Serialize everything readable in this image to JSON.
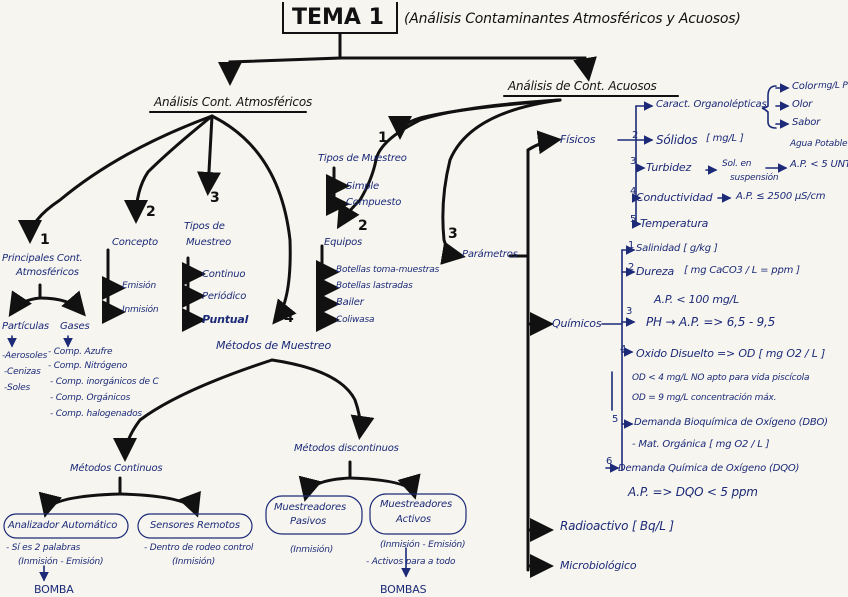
{
  "title": "TEMA 1",
  "subtitle": "(Análisis Contaminantes Atmosféricos y Acuosos)",
  "atmos": {
    "heading": "Análisis Cont. Atmosféricos",
    "n1": "1",
    "n2": "2",
    "n3": "3",
    "n4": "4",
    "principales": [
      "Principales Cont.",
      "Atmosféricos"
    ],
    "particulas": "Partículas",
    "particulas_items": [
      "-Aerosoles",
      "-Cenizas",
      "-Soles"
    ],
    "gases": "Gases",
    "gases_items": [
      "- Comp. Azufre",
      "- Comp. Nitrógeno",
      "- Comp. inorgánicos de C",
      "- Comp. Orgánicos",
      "- Comp. halogenados"
    ],
    "concepto": "Concepto",
    "concepto_items": [
      "Emisión",
      "Inmisión"
    ],
    "tipos": [
      "Tipos de",
      "Muestreo"
    ],
    "tipos_items": [
      "Continuo",
      "Periódico",
      "Puntual"
    ],
    "metodos": "Métodos de Muestreo",
    "continuos": "Métodos Continuos",
    "analizador": "Analizador Automático",
    "analizador_notes": [
      "- Sí es 2 palabras",
      "(Inmisión - Emisión)"
    ],
    "bomba": "BOMBA",
    "sensores": "Sensores Remotos",
    "sensores_notes": [
      "- Dentro de rodeo control",
      "(Inmisión)"
    ],
    "discontinuos": "Métodos discontinuos",
    "pasivos": [
      "Muestreadores",
      "Pasivos"
    ],
    "pasivos_note": "(Inmisión)",
    "activos": [
      "Muestreadores",
      "Activos"
    ],
    "activos_notes": [
      "(Inmisión - Emisión)",
      "- Activos para a todo"
    ],
    "bombas": "BOMBAS"
  },
  "acuosos": {
    "heading": "Análisis de Cont. Acuosos",
    "n1": "1",
    "n2": "2",
    "n3": "3",
    "tipos": "Tipos de Muestreo",
    "tipos_items": [
      "Simple",
      "Compuesto"
    ],
    "equipos": "Equipos",
    "equipos_items": [
      "Botellas toma-muestras",
      "Botellas lastradas",
      "Bailer",
      "Coliwasa"
    ],
    "parametros": "Parámetros",
    "fisicos": "Físicos",
    "fisicos_items": {
      "organolepticas": "Caract. Organolépticas",
      "organo_sub": [
        "Color",
        "Olor",
        "Sabor"
      ],
      "color_unit": "mg/L Pt",
      "solidos": "Sólidos",
      "solidos_unit": "[ mg/L ]",
      "turbidez": "Turbidez",
      "turbidez_note": [
        "Sol. en",
        "suspensión"
      ],
      "agua_potable": "Agua Potable",
      "turbidez_limit": "A.P. < 5 UNT",
      "conductividad": "Conductividad",
      "conductividad_limit": "A.P. ≤ 2500 µS/cm",
      "temperatura": "Temperatura"
    },
    "quimicos": "Químicos",
    "quimicos_items": {
      "salinidad": "Salinidad [ g/kg ]",
      "dureza": "Dureza",
      "dureza_unit": "[ mg CaCO3 / L = ppm ]",
      "dureza_limit": "A.P. < 100 mg/L",
      "ph": "PH → A.P. => 6,5 - 9,5",
      "oxigeno": "Oxido Disuelto => OD [ mg O2 / L ]",
      "od_note1": "OD < 4 mg/L NO apto para vida piscícola",
      "od_note2": "OD = 9 mg/L concentración máx.",
      "dbo": "Demanda Bioquímica de Oxígeno (DBO)",
      "dbo_note": "- Mat. Orgánica [ mg O2 / L ]",
      "dqo": "Demanda Química de Oxígeno (DQO)",
      "dqo_limit": "A.P. => DQO < 5 ppm",
      "nums": [
        "1",
        "2",
        "3",
        "4",
        "5",
        "6"
      ]
    },
    "radioactivo": "Radioactivo [ Bq/L ]",
    "microbiologico": "Microbiológico"
  }
}
